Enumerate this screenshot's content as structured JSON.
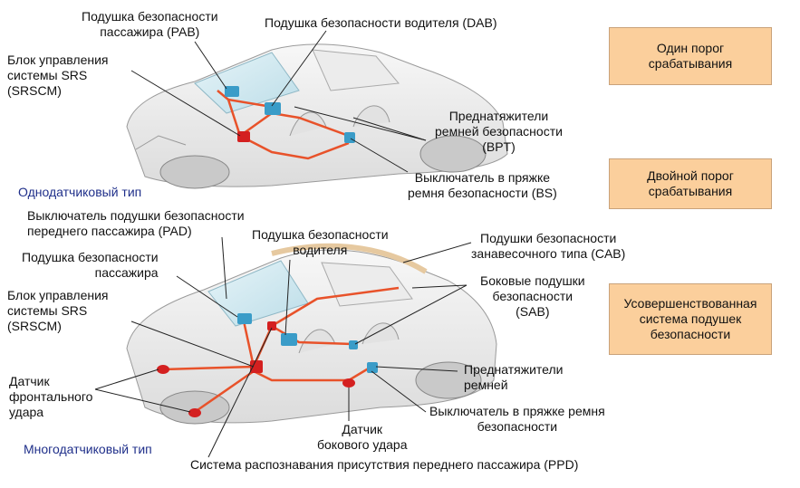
{
  "top": {
    "type_label": "Однодатчиковый тип",
    "labels": {
      "pab": [
        "Подушка безопасности",
        "пассажира (PAB)"
      ],
      "dab": [
        "Подушка безопасности водителя (DAB)"
      ],
      "srscm": [
        "Блок управления",
        "системы SRS",
        "(SRSCM)"
      ],
      "bpt": [
        "Преднатяжители",
        "ремней безопасности",
        "(BPT)"
      ],
      "bs": [
        "Выключатель в пряжке",
        "ремня безопасности (BS)"
      ]
    }
  },
  "bottom": {
    "type_label": "Многодатчиковый тип",
    "labels": {
      "pad": [
        "Выключатель подушки безопасности",
        "переднего пассажира (PAD)"
      ],
      "dab": [
        "Подушка безопасности",
        "водителя"
      ],
      "cab": [
        "Подушки безопасности",
        "занавесочного типа (CAB)"
      ],
      "pab": [
        "Подушка безопасности",
        "пассажира"
      ],
      "sab": [
        "Боковые подушки",
        "безопасности",
        "(SAB)"
      ],
      "srscm": [
        "Блок управления",
        "системы SRS",
        "(SRSCM)"
      ],
      "pretensioners": [
        "Преднатяжители",
        "ремней"
      ],
      "front_sensor": [
        "Датчик",
        "фронтального",
        "удара"
      ],
      "bs": [
        "Выключатель в пряжке ремня",
        "безопасности"
      ],
      "side_sensor": [
        "Датчик",
        "бокового удара"
      ],
      "ppd": [
        "Система распознавания присутствия переднего пассажира (PPD)"
      ]
    }
  },
  "boxes": {
    "single": [
      "Один порог",
      "срабатывания"
    ],
    "dual": [
      "Двойной порог",
      "срабатывания"
    ],
    "advanced": [
      "Усовершенствованная",
      "система подушек",
      "безопасности"
    ]
  },
  "colors": {
    "box_fill": "#fbcf9c",
    "wiring": "#e8522a",
    "airbag_module": "#3a9cc8",
    "control_unit": "#d42020",
    "type_label": "#1f2f8a"
  }
}
